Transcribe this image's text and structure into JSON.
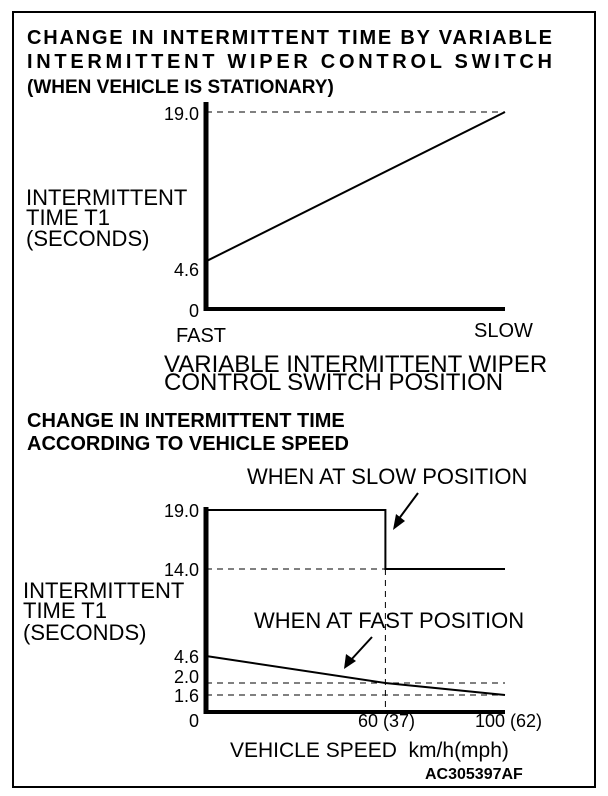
{
  "chart_data": [
    {
      "type": "line",
      "title_lines": [
        "CHANGE IN INTERMITTENT TIME BY VARIABLE",
        "INTERMITTENT WIPER CONTROL SWITCH",
        "(WHEN VEHICLE IS STATIONARY)"
      ],
      "ylabel_lines": [
        "INTERMITTENT",
        "TIME T1",
        "(SECONDS)"
      ],
      "xlabel_lines": [
        "VARIABLE INTERMITTENT WIPER",
        "CONTROL SWITCH POSITION"
      ],
      "x_categories": [
        "FAST",
        "SLOW"
      ],
      "y_ticks": [
        "0",
        "4.6",
        "19.0"
      ],
      "ylim": [
        0,
        19.0
      ],
      "series": [
        {
          "x": [
            "FAST",
            "SLOW"
          ],
          "y": [
            4.6,
            19.0
          ]
        }
      ],
      "grid": false
    },
    {
      "type": "line",
      "title_lines": [
        "CHANGE IN INTERMITTENT TIME",
        "ACCORDING TO VEHICLE SPEED"
      ],
      "ylabel_lines": [
        "INTERMITTENT",
        "TIME T1",
        "(SECONDS)"
      ],
      "xlabel": "VEHICLE SPEED  km/h(mph)",
      "x_ticks": [
        "0",
        "60 (37)",
        "100 (62)"
      ],
      "xlim": [
        0,
        100
      ],
      "y_ticks": [
        "0",
        "1.6",
        "2.0",
        "4.6",
        "14.0",
        "19.0"
      ],
      "series": [
        {
          "annotation": "WHEN AT SLOW POSITION",
          "x": [
            0,
            60,
            60,
            100
          ],
          "y": [
            19.0,
            19.0,
            14.0,
            14.0
          ]
        },
        {
          "annotation": "WHEN AT FAST POSITION",
          "x": [
            0,
            60,
            100
          ],
          "y": [
            4.6,
            2.0,
            1.6
          ]
        }
      ],
      "grid": false
    }
  ],
  "figure_id": "AC305397AF"
}
